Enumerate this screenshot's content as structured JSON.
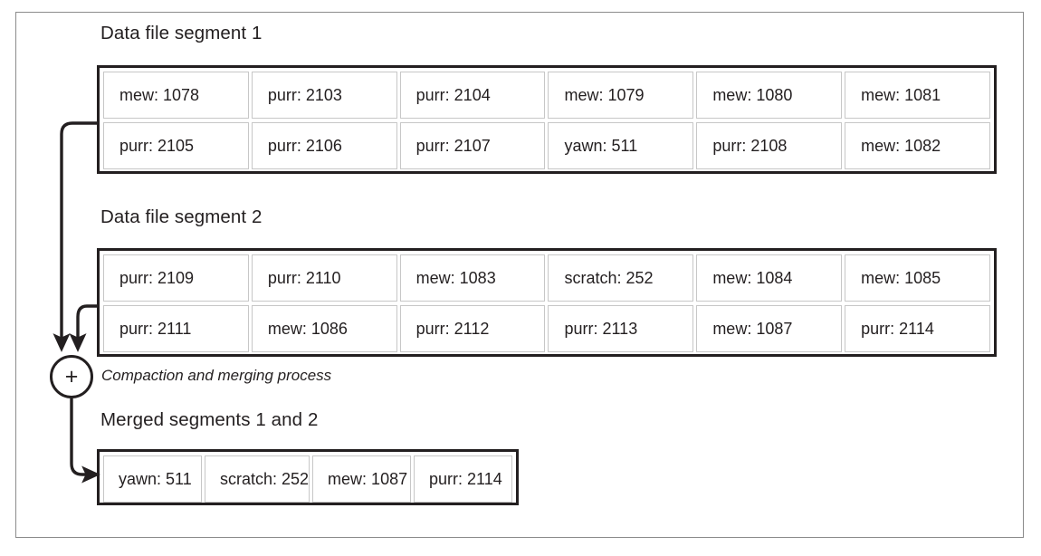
{
  "figure": {
    "caption_process": "Compaction and merging process",
    "plus_symbol": "+",
    "colors": {
      "frame_border": "#8b8b8b",
      "table_border": "#231f20",
      "cell_border": "#c7c7c7",
      "text": "#231f20",
      "background": "#ffffff"
    }
  },
  "segments": [
    {
      "title": "Data file segment 1",
      "rows": [
        [
          "mew: 1078",
          "purr: 2103",
          "purr: 2104",
          "mew: 1079",
          "mew: 1080",
          "mew: 1081"
        ],
        [
          "purr: 2105",
          "purr: 2106",
          "purr: 2107",
          "yawn: 511",
          "purr: 2108",
          "mew: 1082"
        ]
      ]
    },
    {
      "title": "Data file segment 2",
      "rows": [
        [
          "purr: 2109",
          "purr: 2110",
          "mew: 1083",
          "scratch: 252",
          "mew: 1084",
          "mew: 1085"
        ],
        [
          "purr: 2111",
          "mew: 1086",
          "purr: 2112",
          "purr: 2113",
          "mew: 1087",
          "purr: 2114"
        ]
      ]
    }
  ],
  "merged": {
    "title": "Merged segments 1 and 2",
    "rows": [
      [
        "yawn: 511",
        "scratch: 252",
        "mew: 1087",
        "purr: 2114"
      ]
    ]
  }
}
